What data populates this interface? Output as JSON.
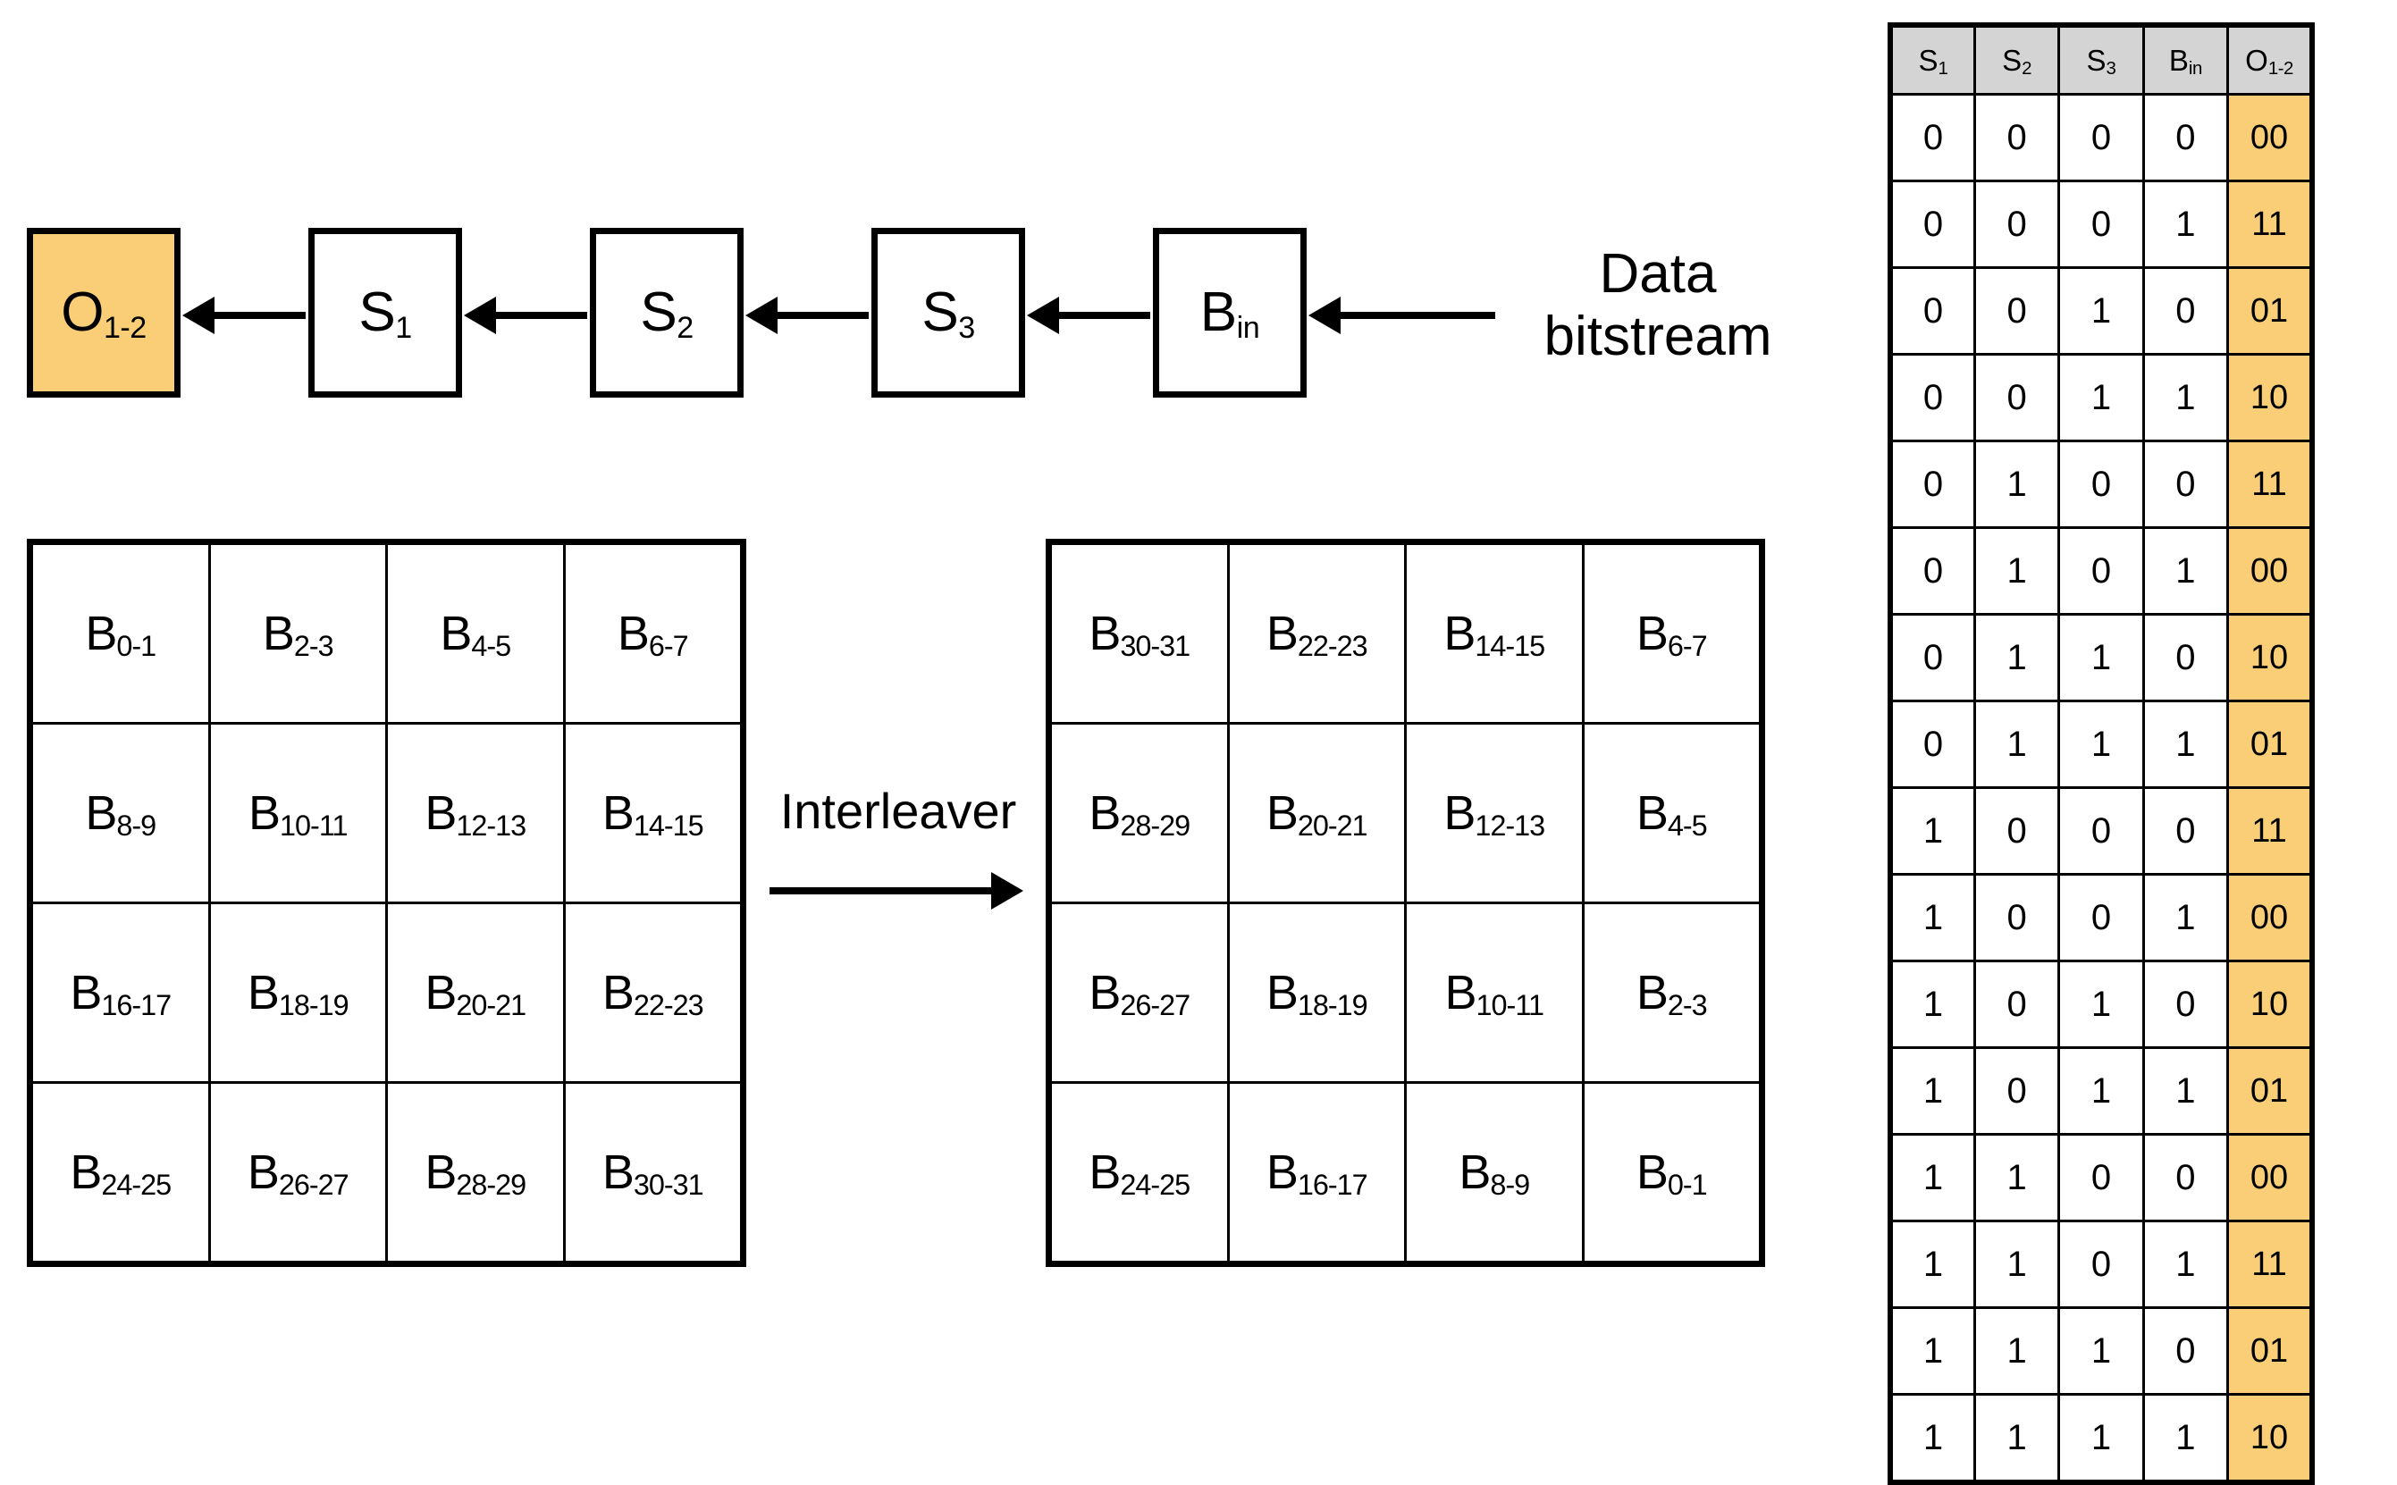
{
  "register_chain": {
    "boxes": [
      {
        "name": "output",
        "label_main": "O",
        "label_sub": "1-2",
        "highlight": true
      },
      {
        "name": "stage-1",
        "label_main": "S",
        "label_sub": "1",
        "highlight": false
      },
      {
        "name": "stage-2",
        "label_main": "S",
        "label_sub": "2",
        "highlight": false
      },
      {
        "name": "stage-3",
        "label_main": "S",
        "label_sub": "3",
        "highlight": false
      },
      {
        "name": "input",
        "label_main": "B",
        "label_sub": "in",
        "highlight": false
      }
    ],
    "input_label_line1": "Data",
    "input_label_line2": "bitstream"
  },
  "interleaver": {
    "label": "Interleaver",
    "grid_in": {
      "name": "pre-interleave-grid",
      "rows": [
        [
          {
            "main": "B",
            "sub": "0-1"
          },
          {
            "main": "B",
            "sub": "2-3"
          },
          {
            "main": "B",
            "sub": "4-5"
          },
          {
            "main": "B",
            "sub": "6-7"
          }
        ],
        [
          {
            "main": "B",
            "sub": "8-9"
          },
          {
            "main": "B",
            "sub": "10-11"
          },
          {
            "main": "B",
            "sub": "12-13"
          },
          {
            "main": "B",
            "sub": "14-15"
          }
        ],
        [
          {
            "main": "B",
            "sub": "16-17"
          },
          {
            "main": "B",
            "sub": "18-19"
          },
          {
            "main": "B",
            "sub": "20-21"
          },
          {
            "main": "B",
            "sub": "22-23"
          }
        ],
        [
          {
            "main": "B",
            "sub": "24-25"
          },
          {
            "main": "B",
            "sub": "26-27"
          },
          {
            "main": "B",
            "sub": "28-29"
          },
          {
            "main": "B",
            "sub": "30-31"
          }
        ]
      ]
    },
    "grid_out": {
      "name": "post-interleave-grid",
      "rows": [
        [
          {
            "main": "B",
            "sub": "30-31"
          },
          {
            "main": "B",
            "sub": "22-23"
          },
          {
            "main": "B",
            "sub": "14-15"
          },
          {
            "main": "B",
            "sub": "6-7"
          }
        ],
        [
          {
            "main": "B",
            "sub": "28-29"
          },
          {
            "main": "B",
            "sub": "20-21"
          },
          {
            "main": "B",
            "sub": "12-13"
          },
          {
            "main": "B",
            "sub": "4-5"
          }
        ],
        [
          {
            "main": "B",
            "sub": "26-27"
          },
          {
            "main": "B",
            "sub": "18-19"
          },
          {
            "main": "B",
            "sub": "10-11"
          },
          {
            "main": "B",
            "sub": "2-3"
          }
        ],
        [
          {
            "main": "B",
            "sub": "24-25"
          },
          {
            "main": "B",
            "sub": "16-17"
          },
          {
            "main": "B",
            "sub": "8-9"
          },
          {
            "main": "B",
            "sub": "0-1"
          }
        ]
      ]
    }
  },
  "truth_table": {
    "headers": [
      {
        "main": "S",
        "sub": "1"
      },
      {
        "main": "S",
        "sub": "2"
      },
      {
        "main": "S",
        "sub": "3"
      },
      {
        "main": "B",
        "sub": "in"
      },
      {
        "main": "O",
        "sub": "1-2"
      }
    ],
    "rows": [
      {
        "s1": "0",
        "s2": "0",
        "s3": "0",
        "bin": "0",
        "out": "00"
      },
      {
        "s1": "0",
        "s2": "0",
        "s3": "0",
        "bin": "1",
        "out": "11"
      },
      {
        "s1": "0",
        "s2": "0",
        "s3": "1",
        "bin": "0",
        "out": "01"
      },
      {
        "s1": "0",
        "s2": "0",
        "s3": "1",
        "bin": "1",
        "out": "10"
      },
      {
        "s1": "0",
        "s2": "1",
        "s3": "0",
        "bin": "0",
        "out": "11"
      },
      {
        "s1": "0",
        "s2": "1",
        "s3": "0",
        "bin": "1",
        "out": "00"
      },
      {
        "s1": "0",
        "s2": "1",
        "s3": "1",
        "bin": "0",
        "out": "10"
      },
      {
        "s1": "0",
        "s2": "1",
        "s3": "1",
        "bin": "1",
        "out": "01"
      },
      {
        "s1": "1",
        "s2": "0",
        "s3": "0",
        "bin": "0",
        "out": "11"
      },
      {
        "s1": "1",
        "s2": "0",
        "s3": "0",
        "bin": "1",
        "out": "00"
      },
      {
        "s1": "1",
        "s2": "0",
        "s3": "1",
        "bin": "0",
        "out": "10"
      },
      {
        "s1": "1",
        "s2": "0",
        "s3": "1",
        "bin": "1",
        "out": "01"
      },
      {
        "s1": "1",
        "s2": "1",
        "s3": "0",
        "bin": "0",
        "out": "00"
      },
      {
        "s1": "1",
        "s2": "1",
        "s3": "0",
        "bin": "1",
        "out": "11"
      },
      {
        "s1": "1",
        "s2": "1",
        "s3": "1",
        "bin": "0",
        "out": "01"
      },
      {
        "s1": "1",
        "s2": "1",
        "s3": "1",
        "bin": "1",
        "out": "10"
      }
    ]
  },
  "colors": {
    "highlight": "#F9CE76",
    "header_gray": "#d4d4d4",
    "line": "#000000"
  }
}
